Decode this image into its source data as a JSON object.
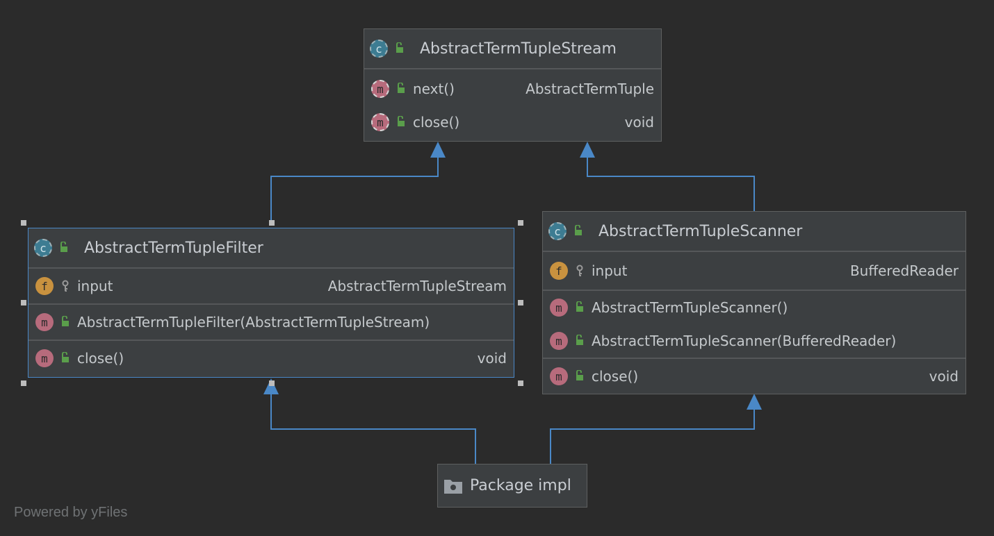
{
  "classes": {
    "stream": {
      "name": "AbstractTermTupleStream",
      "methods": [
        {
          "name": "next()",
          "type": "AbstractTermTuple"
        },
        {
          "name": "close()",
          "type": "void"
        }
      ]
    },
    "filter": {
      "name": "AbstractTermTupleFilter",
      "field": {
        "name": "input",
        "type": "AbstractTermTupleStream"
      },
      "constructor": {
        "name": "AbstractTermTupleFilter(AbstractTermTupleStream)"
      },
      "method": {
        "name": "close()",
        "type": "void"
      }
    },
    "scanner": {
      "name": "AbstractTermTupleScanner",
      "field": {
        "name": "input",
        "type": "BufferedReader"
      },
      "constructors": [
        {
          "name": "AbstractTermTupleScanner()"
        },
        {
          "name": "AbstractTermTupleScanner(BufferedReader)"
        }
      ],
      "method": {
        "name": "close()",
        "type": "void"
      }
    }
  },
  "package": {
    "label": "Package impl"
  },
  "icons": {
    "class_badge": "c",
    "method_badge": "m",
    "field_badge": "f"
  },
  "colors": {
    "edge": "#4a88c7",
    "class_icon": "#3d7c92",
    "method_icon": "#b76b7c",
    "field_icon": "#c9923f",
    "public_icon": "#5a9e4b"
  },
  "footer": "Powered by yFiles"
}
